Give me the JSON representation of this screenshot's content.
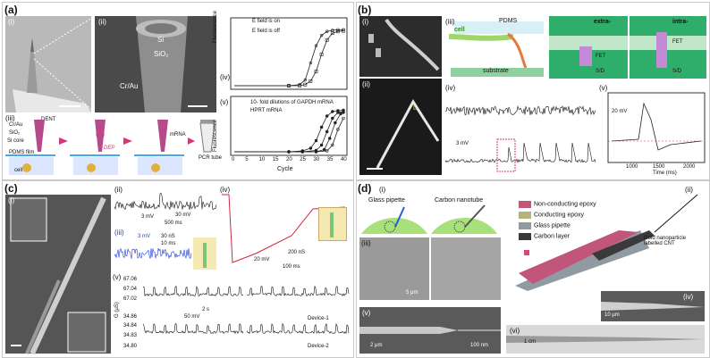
{
  "panel_a": {
    "label": "(a)",
    "sub_i": "(i)",
    "sub_ii": "(ii)",
    "sub_iii": "(iii)",
    "sub_iv": "(iv)",
    "sub_v": "(v)",
    "sem_si": "Si",
    "sem_sio2": "SiO₂",
    "sem_crau": "Cr/Au",
    "diag_crau": "Cr/Au",
    "diag_dent": "DENT",
    "diag_sio2": "SiO₂",
    "diag_sicore": "Si core",
    "diag_pdms": "PDMS film",
    "diag_dep": "DEP",
    "diag_mrna": "mRNA",
    "diag_pcr": "PCR tube",
    "diag_cell": "cell",
    "iv_legend_on": "E field is on",
    "iv_legend_off": "E field is off",
    "v_legend_1": "10- fold dilutions of GAPDH mRNA",
    "v_legend_2": "HPRT mRNA",
    "ylabel": "Fluorescence",
    "xlabel": "Cycle",
    "xticks": [
      "0",
      "5",
      "10",
      "15",
      "20",
      "25",
      "30",
      "35",
      "40"
    ]
  },
  "panel_b": {
    "label": "(b)",
    "sub_i": "(i)",
    "sub_ii": "(ii)",
    "sub_iii": "(iii)",
    "sub_iv": "(iv)",
    "sub_v": "(v)",
    "pdms": "PDMS",
    "cell": "cell",
    "substrate": "substrate",
    "extra": "extra-",
    "intra": "intra-",
    "fet": "FET",
    "sd": "S/D",
    "L": "L",
    "scale_iv": "3 mV",
    "scale_v": "20 mV",
    "v_xlabel": "Time (ms)",
    "v_xticks": [
      "1000",
      "1500",
      "2000"
    ]
  },
  "panel_c": {
    "label": "(c)",
    "sub_i": "(i)",
    "sub_ii": "(ii)",
    "sub_iii": "(iii)",
    "sub_iv": "(iv)",
    "sub_v": "(v)",
    "ii_scale_v": "3 mV",
    "ii_scale_t": "500 ms",
    "ii_inset_v": "30 mV",
    "ii_inset_t": "10 ms",
    "iii_scale_v": "3 mV",
    "iii_scale_t": "10 ms",
    "iii_scale_t2": "30 nS",
    "iv_scale_v": "20 mV",
    "iv_scale_n": "200 nS",
    "iv_scale_t": "100 ms",
    "v_ylabel": "G (μS)",
    "v_yticks_top": [
      "67.06",
      "67.04",
      "67.02"
    ],
    "v_yticks_bot": [
      "34.86",
      "34.84",
      "34.83",
      "34.80"
    ],
    "v_scale_v": "50 mV",
    "v_scale_t": "2 s",
    "device1": "Device-1",
    "device2": "Device-2"
  },
  "panel_d": {
    "label": "(d)",
    "sub_i": "(i)",
    "sub_ii": "(ii)",
    "sub_iii": "(iii)",
    "sub_iv": "(iv)",
    "sub_v": "(v)",
    "sub_vi": "(vi)",
    "glass_pipette": "Glass pipette",
    "carbon_nanotube": "Carbon nanotube",
    "legend": [
      "Non-conducting epoxy",
      "Conducting epoxy",
      "Glass pipette",
      "Carbon layer"
    ],
    "legend_colors": [
      "#c2557a",
      "#b5b27a",
      "#8f9aa3",
      "#3a3a3a"
    ],
    "gold_label": "Gold nanoparticle labelled CNT",
    "scale_iii": "5 μm",
    "scale_iv": "10 μm",
    "scale_v1": "2 μm",
    "scale_v2": "100 nm",
    "scale_vi": "1 cm"
  },
  "chart_data": [
    {
      "type": "line",
      "title": "",
      "xlabel": "",
      "ylabel": "Fluorescence",
      "xlim": [
        0,
        40
      ],
      "series": [
        {
          "name": "E field is on",
          "x": [
            0,
            5,
            10,
            15,
            20,
            24,
            26,
            28,
            30,
            32,
            34,
            36,
            38,
            40
          ],
          "y": [
            0,
            0,
            0,
            0,
            0,
            0.02,
            0.1,
            0.4,
            0.7,
            0.88,
            0.95,
            0.97,
            0.98,
            0.98
          ]
        },
        {
          "name": "E field is off",
          "x": [
            0,
            5,
            10,
            15,
            20,
            24,
            26,
            28,
            30,
            32,
            34,
            36,
            38,
            40
          ],
          "y": [
            0,
            0,
            0,
            0,
            0,
            0,
            0.02,
            0.08,
            0.25,
            0.55,
            0.8,
            0.92,
            0.95,
            0.96
          ]
        }
      ]
    },
    {
      "type": "line",
      "title": "",
      "xlabel": "Cycle",
      "ylabel": "Fluorescence",
      "xlim": [
        0,
        40
      ],
      "series": [
        {
          "name": "10- fold dilutions of GAPDH mRNA",
          "x": [
            0,
            10,
            20,
            25,
            28,
            30,
            32,
            34,
            36,
            38,
            40
          ],
          "y": [
            0,
            0,
            0,
            0.02,
            0.08,
            0.25,
            0.55,
            0.8,
            0.9,
            0.92,
            0.93
          ]
        },
        {
          "name": "",
          "x": [
            0,
            10,
            20,
            25,
            30,
            32,
            34,
            36,
            38,
            40
          ],
          "y": [
            0,
            0,
            0,
            0,
            0.03,
            0.15,
            0.45,
            0.75,
            0.88,
            0.9
          ]
        },
        {
          "name": "",
          "x": [
            0,
            10,
            20,
            25,
            30,
            33,
            35,
            37,
            39,
            40
          ],
          "y": [
            0,
            0,
            0,
            0,
            0,
            0.05,
            0.3,
            0.65,
            0.85,
            0.88
          ]
        },
        {
          "name": "HPRT mRNA",
          "x": [
            0,
            10,
            20,
            25,
            30,
            34,
            36,
            38,
            40
          ],
          "y": [
            0,
            0,
            0,
            0,
            0,
            0.02,
            0.15,
            0.5,
            0.75
          ]
        }
      ]
    }
  ]
}
